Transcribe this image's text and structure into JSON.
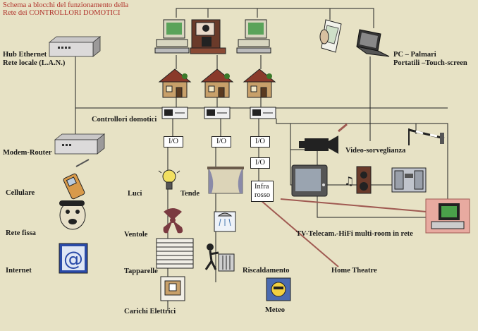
{
  "title_line1": "Schema a blocchi del funzionamento della",
  "title_line2": "Rete dei CONTROLLORI DOMOTICI",
  "labels": {
    "hub_line1": "Hub Ethernet",
    "hub_line2": "Rete locale (L.A.N.)",
    "pc_line1": "PC – Palmari",
    "pc_line2": "Portatili –Touch-screen",
    "controllers": "Controllori domotici",
    "modem": "Modem-Router",
    "cellulare": "Cellulare",
    "rete_fissa": "Rete fissa",
    "internet": "Internet",
    "luci": "Luci",
    "tende": "Tende",
    "ventole": "Ventole",
    "tapparelle": "Tapparelle",
    "carichi": "Carichi Elettrici",
    "riscaldamento": "Riscaldamento",
    "meteo": "Meteo",
    "video": "Video-sorveglianza",
    "tv": "TV-Telecam.-HiFi multi-room  in  rete",
    "home_theatre": "Home Theatre"
  },
  "io_boxes": [
    "I/O",
    "I/O",
    "I/O",
    "I/O"
  ],
  "infra_line1": "Infra",
  "infra_line2": "rosso",
  "colors": {
    "background": "#e7e2c5",
    "wire": "#222222",
    "av_wire": "#a05a52",
    "title": "#b0312a"
  }
}
